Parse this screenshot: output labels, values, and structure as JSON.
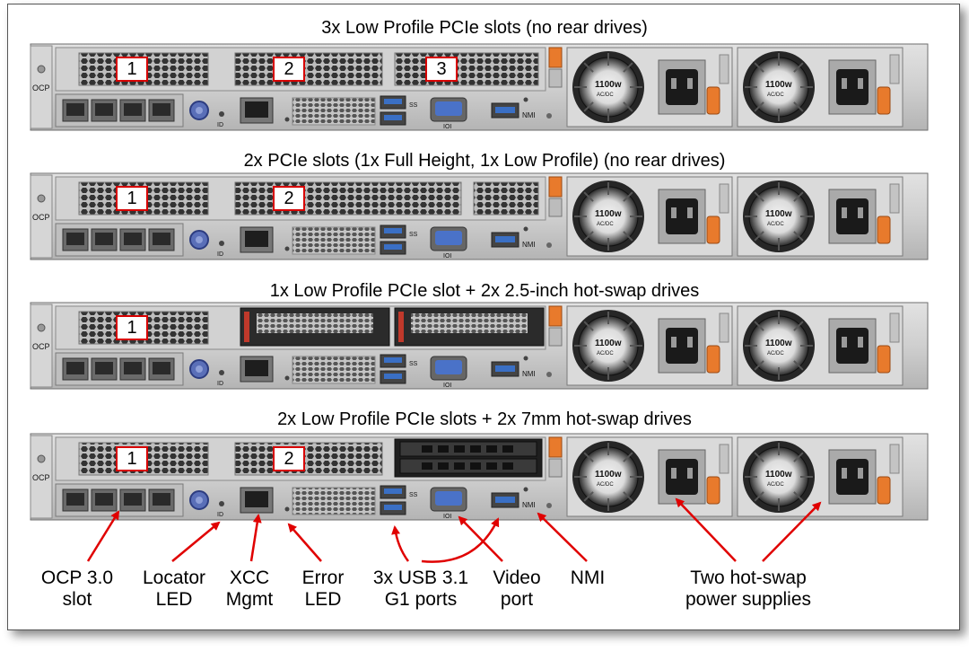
{
  "configurations": [
    {
      "title": "3x Low Profile PCIe slots (no rear drives)",
      "slots": [
        "1",
        "2",
        "3"
      ],
      "rear": "slot3"
    },
    {
      "title": "2x PCIe slots (1x Full Height, 1x Low Profile) (no rear drives)",
      "slots": [
        "1",
        "2"
      ],
      "rear": "fullheight"
    },
    {
      "title": "1x Low Profile PCIe slot + 2x 2.5-inch hot-swap drives",
      "slots": [
        "1"
      ],
      "rear": "drives25"
    },
    {
      "title": "2x Low Profile PCIe slots + 2x 7mm hot-swap drives",
      "slots": [
        "1",
        "2"
      ],
      "rear": "drives7mm"
    }
  ],
  "psu_label": "1100w",
  "psu_sublabel": "AC/DC",
  "port_labels": {
    "ocp": "OCP",
    "usb": "SS",
    "nmi": "NMI",
    "id": "ID"
  },
  "callouts": [
    {
      "key": "ocp",
      "text": "OCP 3.0\nslot"
    },
    {
      "key": "locator",
      "text": "Locator\nLED"
    },
    {
      "key": "xcc",
      "text": "XCC\nMgmt"
    },
    {
      "key": "error",
      "text": "Error\nLED"
    },
    {
      "key": "usb",
      "text": "3x USB 3.1\nG1 ports"
    },
    {
      "key": "video",
      "text": "Video\nport"
    },
    {
      "key": "nmi",
      "text": "NMI"
    },
    {
      "key": "psu",
      "text": "Two hot-swap\npower supplies"
    }
  ],
  "colors": {
    "accent": "#e00000",
    "chassis": "#c8c8c8",
    "orange": "#e87a2c",
    "usb_blue": "#3a6fc4",
    "vga_blue": "#4a72c8"
  }
}
